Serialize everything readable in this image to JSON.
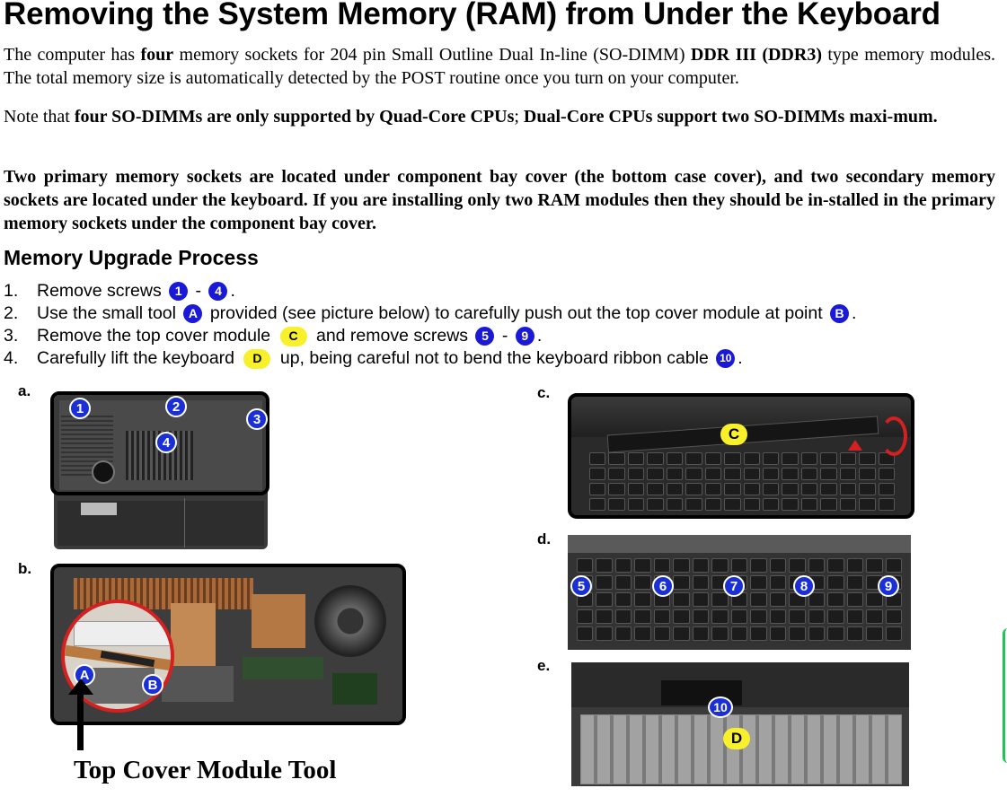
{
  "title": "Removing the System Memory (RAM) from Under the Keyboard",
  "para1": {
    "t1": "The computer has ",
    "b1": "four",
    "t2": " memory sockets for 204 pin Small Outline Dual In-line (SO-DIMM) ",
    "b2": "DDR III (DDR3)",
    "t3": " type memory modules. The total memory size is automatically detected by the POST routine once you turn on your computer."
  },
  "para2": {
    "t1": "Note that ",
    "b1": "four SO-DIMMs are only supported by Quad-Core CPUs",
    "t2": "; ",
    "b2": "Dual-Core CPUs support two SO-DIMMs maxi-mum."
  },
  "para3": "Two primary memory sockets are located under component bay cover (the bottom case cover), and two secondary memory sockets are located under the keyboard. If you are installing only two RAM modules then they should be in-stalled in the primary memory sockets under the component bay cover.",
  "subtitle": "Memory Upgrade Process",
  "steps": {
    "s1": {
      "num": "1.",
      "t1": "Remove screws ",
      "a": "1",
      "sep": " - ",
      "b": "4",
      "end": "."
    },
    "s2": {
      "num": "2.",
      "t1": "Use the small tool ",
      "a": "A",
      "t2": " provided (see picture below) to carefully push out the top cover module at point ",
      "b": "B",
      "end": "."
    },
    "s3": {
      "num": "3.",
      "t1": "Remove the top cover module ",
      "a": "C",
      "t2": " and remove screws ",
      "b": "5",
      "sep": " - ",
      "c": "9",
      "end": "."
    },
    "s4": {
      "num": "4.",
      "t1": "Carefully lift the keyboard ",
      "a": "D",
      "t2": " up, being careful not to bend the keyboard ribbon cable ",
      "b": "10",
      "end": "."
    }
  },
  "figures": {
    "a": {
      "label": "a.",
      "pins": [
        "1",
        "2",
        "3",
        "4"
      ]
    },
    "b": {
      "label": "b.",
      "pins": [
        "A",
        "B"
      ]
    },
    "c": {
      "label": "c.",
      "pins": [
        "C"
      ]
    },
    "d": {
      "label": "d.",
      "pins": [
        "5",
        "6",
        "7",
        "8",
        "9"
      ]
    },
    "e": {
      "label": "e.",
      "pins": [
        "10",
        "D"
      ]
    }
  },
  "tool_caption": "Top Cover Module Tool",
  "colors": {
    "badge_blue": "#1a1ad6",
    "badge_yellow": "#f7f02a",
    "accent_green": "#22c25a"
  }
}
